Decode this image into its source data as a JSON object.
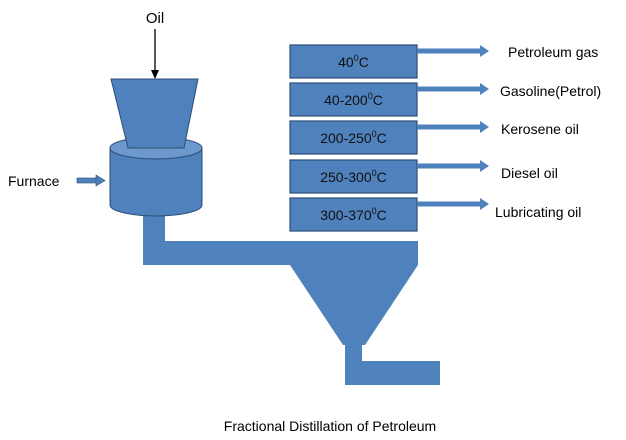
{
  "labels": {
    "oil": "Oil",
    "furnace": "Furnace",
    "caption": "Fractional Distillation of Petroleum"
  },
  "fractions": [
    {
      "range": "40",
      "product": "Petroleum gas"
    },
    {
      "range": "40-200",
      "product": "Gasoline(Petrol)"
    },
    {
      "range": "200-250",
      "product": "Kerosene oil"
    },
    {
      "range": "250-300",
      "product": "Diesel oil"
    },
    {
      "range": "300-370",
      "product": "Lubricating oil"
    }
  ],
  "temperature_unit": {
    "superscript": "0",
    "suffix": "C"
  },
  "colors": {
    "fill": "#4F81BD",
    "stroke": "#2C4D75",
    "arrow": "#4F81BD",
    "text": "#000000"
  }
}
